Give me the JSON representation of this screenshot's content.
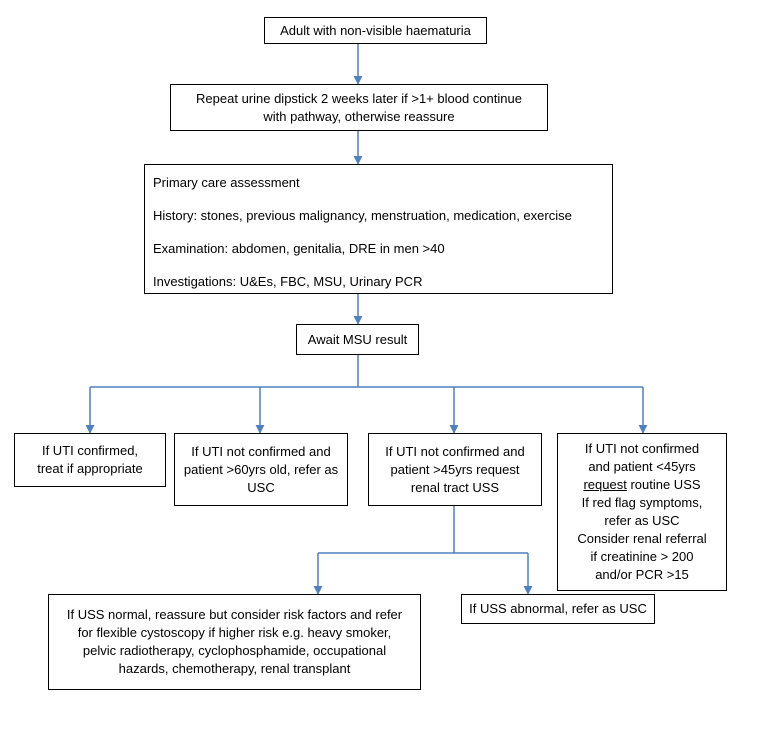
{
  "colors": {
    "connector": "#4f81bd",
    "box_border": "#000000",
    "text": "#000000"
  },
  "nodes": {
    "start": {
      "text": "Adult with non-visible haematuria"
    },
    "repeat_dipstick": {
      "lines": [
        "Repeat urine dipstick 2 weeks later if >1+ blood continue",
        "with pathway, otherwise reassure"
      ]
    },
    "assessment": {
      "lines": [
        "Primary care assessment",
        "History: stones, previous malignancy, menstruation, medication, exercise",
        "Examination: abdomen, genitalia, DRE in men >40",
        "Investigations: U&Es, FBC, MSU, Urinary PCR"
      ]
    },
    "await_msu": {
      "text": "Await MSU result"
    },
    "uti_confirmed": {
      "lines": [
        "If UTI confirmed,",
        "treat if appropriate"
      ]
    },
    "over_60": {
      "lines": [
        "If UTI not confirmed and",
        "patient >60yrs old, refer as",
        "USC"
      ]
    },
    "over_45": {
      "lines": [
        "If UTI not confirmed and",
        "patient >45yrs request",
        "renal tract USS"
      ]
    },
    "under_45": {
      "line1": "If UTI not confirmed",
      "line2": "and patient <45yrs",
      "line3_underlined": "request",
      "line3_rest": " routine USS",
      "line4": "If red flag symptoms,",
      "line5": "refer as USC",
      "line6": "Consider renal referral",
      "line7": "if creatinine > 200",
      "line8": "and/or PCR >15"
    },
    "uss_normal": {
      "lines": [
        "If USS normal, reassure but consider risk factors and refer",
        "for flexible cystoscopy if higher risk e.g. heavy smoker,",
        "pelvic radiotherapy, cyclophosphamide, occupational",
        "hazards, chemotherapy, renal transplant"
      ]
    },
    "uss_abnormal": {
      "text": "If USS abnormal, refer as USC"
    }
  }
}
